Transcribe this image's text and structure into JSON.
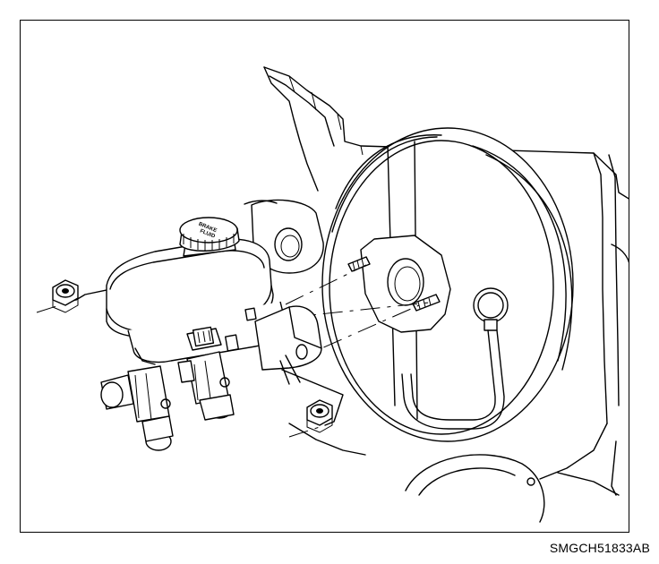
{
  "figure": {
    "code": "SMGCH51833AB",
    "cap_text_line1": "BRAKE",
    "cap_text_line2": "FLUID"
  }
}
